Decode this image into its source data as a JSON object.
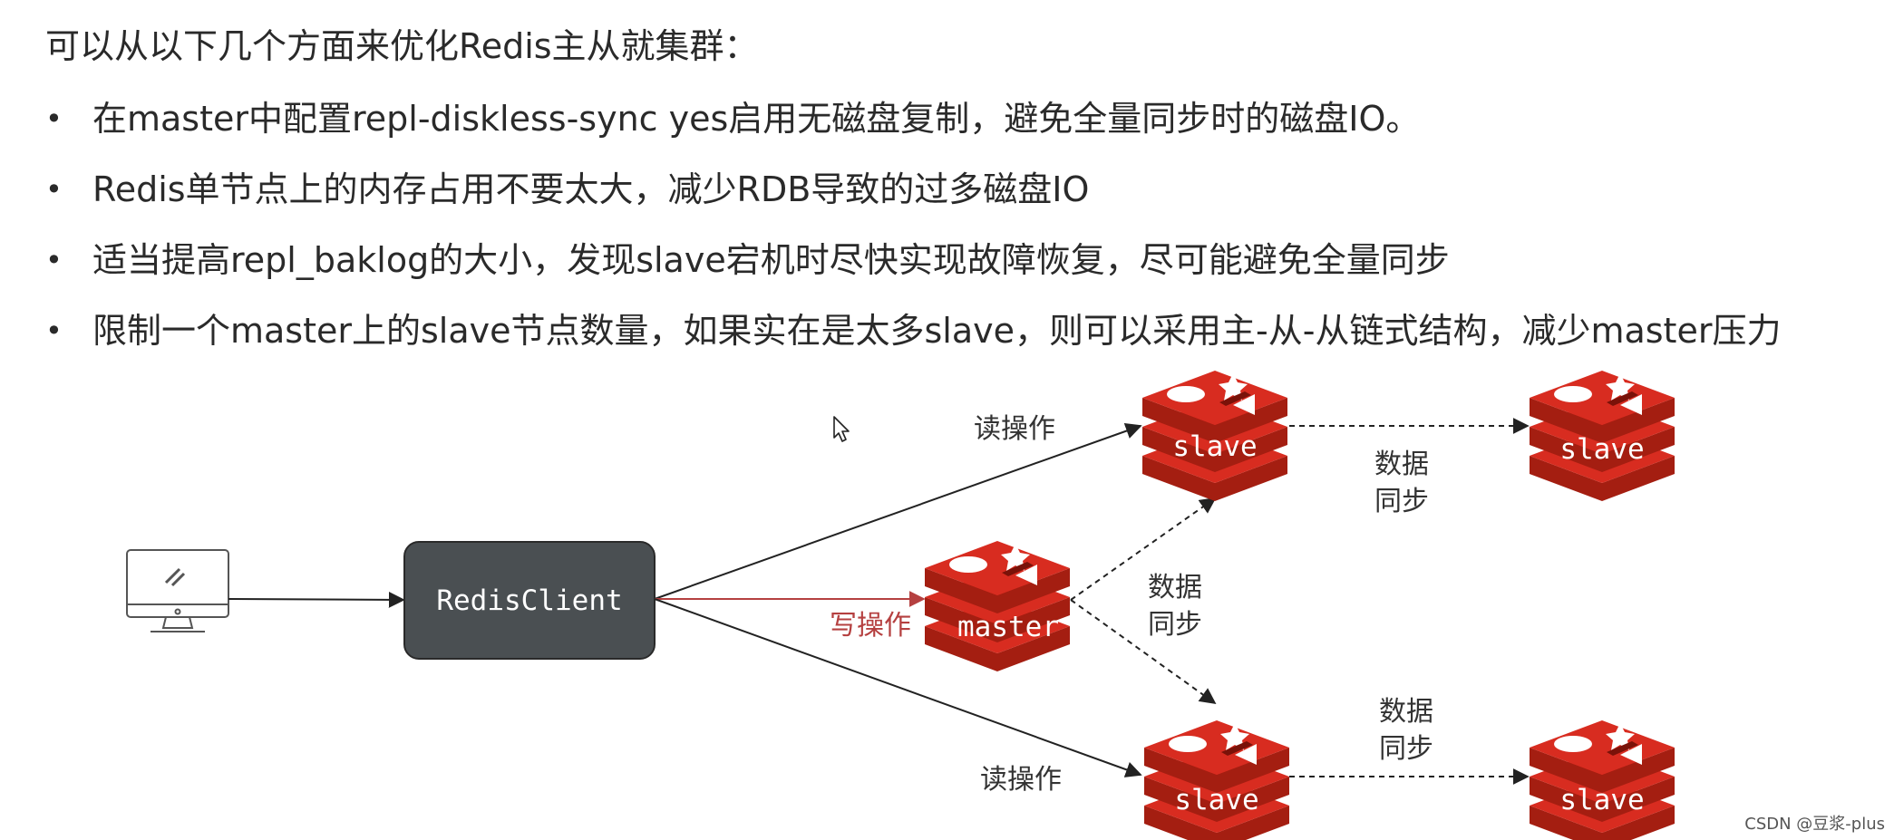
{
  "heading": "可以从以下几个方面来优化Redis主从就集群：",
  "bullets": [
    "在master中配置repl-diskless-sync yes启用无磁盘复制，避免全量同步时的磁盘IO。",
    "Redis单节点上的内存占用不要太大，减少RDB导致的过多磁盘IO",
    "适当提高repl_baklog的大小，发现slave宕机时尽快实现故障恢复，尽可能避免全量同步",
    "限制一个master上的slave节点数量，如果实在是太多slave，则可以采用主-从-从链式结构，减少master压力"
  ],
  "diagram": {
    "client_label": "RedisClient",
    "master_label": "master",
    "slave_label": "slave",
    "read_op": "读操作",
    "write_op": "写操作",
    "sync_line1": "数据",
    "sync_line2": "同步"
  },
  "watermark": "CSDN @豆浆-plus",
  "colors": {
    "redis_red": "#d82c20",
    "redis_dark": "#a41e11",
    "client_box": "#4a4f52",
    "write_arrow": "#b54040"
  },
  "icons": {
    "computer": "monitor-icon",
    "redis": "redis-logo-icon",
    "cursor": "mouse-cursor-icon"
  }
}
